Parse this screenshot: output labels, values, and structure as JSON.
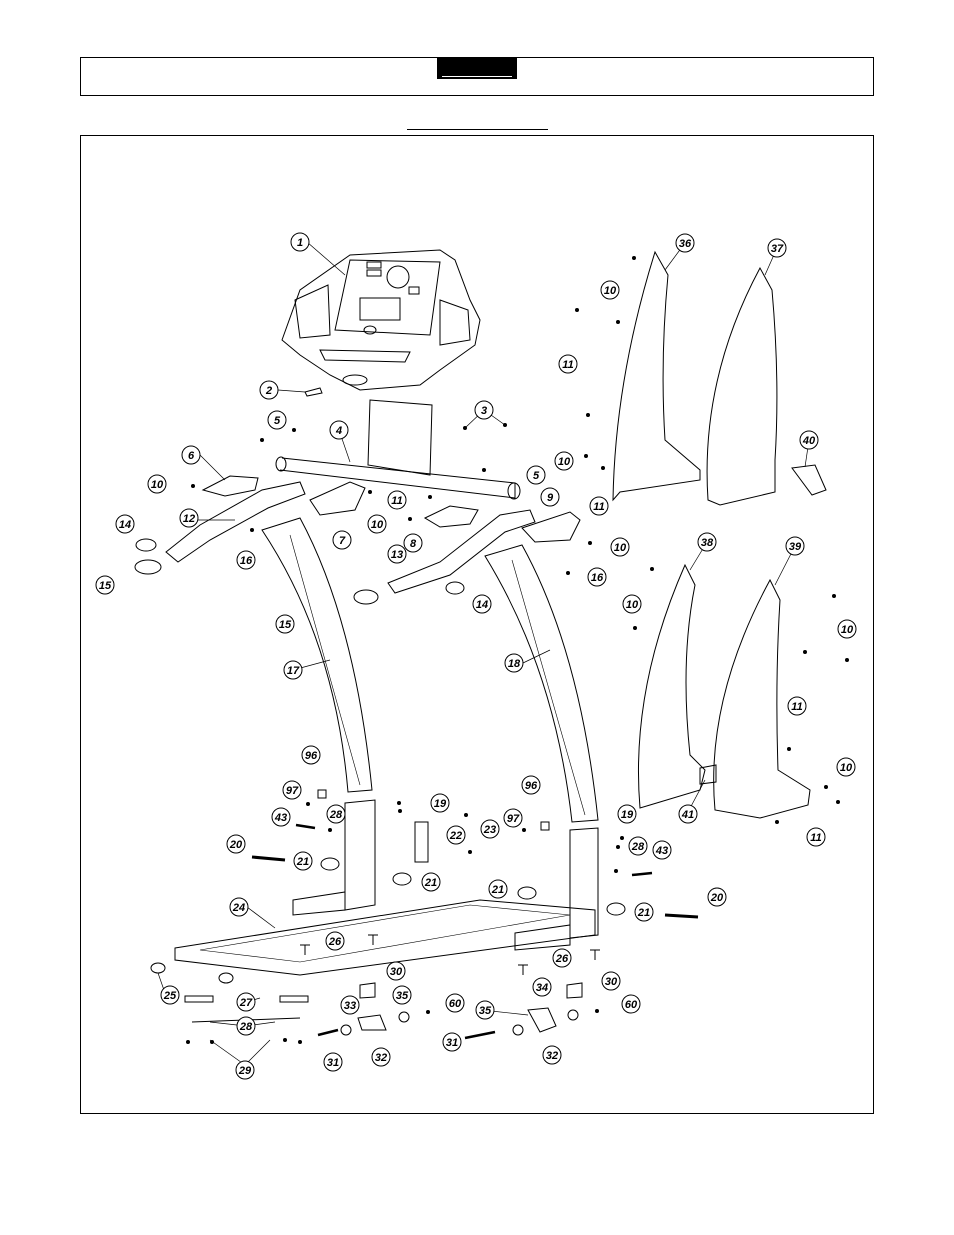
{
  "header": {
    "section_tab_label": ""
  },
  "diagram": {
    "title": "",
    "callouts": [
      {
        "id": "c1",
        "label": "1"
      },
      {
        "id": "c2",
        "label": "2"
      },
      {
        "id": "c3",
        "label": "3"
      },
      {
        "id": "c4",
        "label": "4"
      },
      {
        "id": "c5a",
        "label": "5"
      },
      {
        "id": "c5b",
        "label": "5"
      },
      {
        "id": "c6",
        "label": "6"
      },
      {
        "id": "c7",
        "label": "7"
      },
      {
        "id": "c8",
        "label": "8"
      },
      {
        "id": "c9",
        "label": "9"
      },
      {
        "id": "c10a",
        "label": "10"
      },
      {
        "id": "c10b",
        "label": "10"
      },
      {
        "id": "c10c",
        "label": "10"
      },
      {
        "id": "c10d",
        "label": "10"
      },
      {
        "id": "c10e",
        "label": "10"
      },
      {
        "id": "c10f",
        "label": "10"
      },
      {
        "id": "c10g",
        "label": "10"
      },
      {
        "id": "c10h",
        "label": "10"
      },
      {
        "id": "c11a",
        "label": "11"
      },
      {
        "id": "c11b",
        "label": "11"
      },
      {
        "id": "c11c",
        "label": "11"
      },
      {
        "id": "c11d",
        "label": "11"
      },
      {
        "id": "c11e",
        "label": "11"
      },
      {
        "id": "c12",
        "label": "12"
      },
      {
        "id": "c13",
        "label": "13"
      },
      {
        "id": "c14a",
        "label": "14"
      },
      {
        "id": "c14b",
        "label": "14"
      },
      {
        "id": "c15a",
        "label": "15"
      },
      {
        "id": "c15b",
        "label": "15"
      },
      {
        "id": "c16a",
        "label": "16"
      },
      {
        "id": "c16b",
        "label": "16"
      },
      {
        "id": "c17",
        "label": "17"
      },
      {
        "id": "c18",
        "label": "18"
      },
      {
        "id": "c19a",
        "label": "19"
      },
      {
        "id": "c19b",
        "label": "19"
      },
      {
        "id": "c20a",
        "label": "20"
      },
      {
        "id": "c20b",
        "label": "20"
      },
      {
        "id": "c21a",
        "label": "21"
      },
      {
        "id": "c21b",
        "label": "21"
      },
      {
        "id": "c21c",
        "label": "21"
      },
      {
        "id": "c21d",
        "label": "21"
      },
      {
        "id": "c22",
        "label": "22"
      },
      {
        "id": "c23",
        "label": "23"
      },
      {
        "id": "c24",
        "label": "24"
      },
      {
        "id": "c25",
        "label": "25"
      },
      {
        "id": "c26a",
        "label": "26"
      },
      {
        "id": "c26b",
        "label": "26"
      },
      {
        "id": "c27",
        "label": "27"
      },
      {
        "id": "c28a",
        "label": "28"
      },
      {
        "id": "c28b",
        "label": "28"
      },
      {
        "id": "c28c",
        "label": "28"
      },
      {
        "id": "c29",
        "label": "29"
      },
      {
        "id": "c30a",
        "label": "30"
      },
      {
        "id": "c30b",
        "label": "30"
      },
      {
        "id": "c31a",
        "label": "31"
      },
      {
        "id": "c31b",
        "label": "31"
      },
      {
        "id": "c32a",
        "label": "32"
      },
      {
        "id": "c32b",
        "label": "32"
      },
      {
        "id": "c33",
        "label": "33"
      },
      {
        "id": "c34",
        "label": "34"
      },
      {
        "id": "c35a",
        "label": "35"
      },
      {
        "id": "c35b",
        "label": "35"
      },
      {
        "id": "c36",
        "label": "36"
      },
      {
        "id": "c37",
        "label": "37"
      },
      {
        "id": "c38",
        "label": "38"
      },
      {
        "id": "c39",
        "label": "39"
      },
      {
        "id": "c40",
        "label": "40"
      },
      {
        "id": "c41",
        "label": "41"
      },
      {
        "id": "c43a",
        "label": "43"
      },
      {
        "id": "c43b",
        "label": "43"
      },
      {
        "id": "c60a",
        "label": "60"
      },
      {
        "id": "c60b",
        "label": "60"
      },
      {
        "id": "c96a",
        "label": "96"
      },
      {
        "id": "c96b",
        "label": "96"
      },
      {
        "id": "c97a",
        "label": "97"
      },
      {
        "id": "c97b",
        "label": "97"
      }
    ]
  }
}
